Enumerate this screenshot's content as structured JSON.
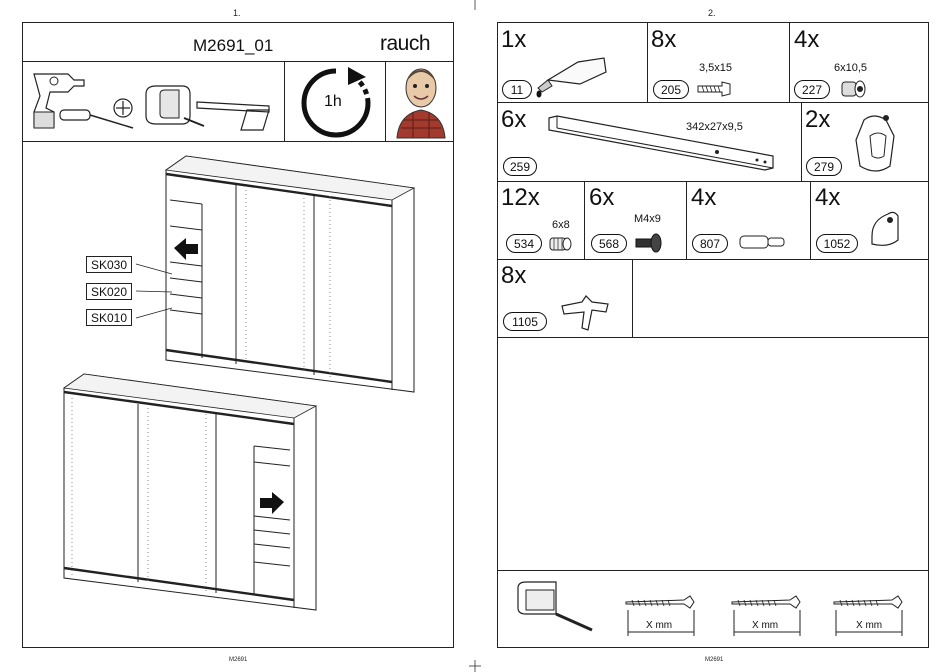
{
  "page1": {
    "page_number": "1.",
    "model_title": "M2691_01",
    "brand": "rauch",
    "time_label": "1h",
    "labels": [
      "SK030",
      "SK020",
      "SK010"
    ],
    "footer": "M2691"
  },
  "page2": {
    "page_number": "2.",
    "parts": [
      {
        "qty": "1x",
        "id": "11",
        "dim": ""
      },
      {
        "qty": "8x",
        "id": "205",
        "dim": "3,5x15"
      },
      {
        "qty": "4x",
        "id": "227",
        "dim": "6x10,5"
      },
      {
        "qty": "6x",
        "id": "259",
        "dim": "342x27x9,5"
      },
      {
        "qty": "2x",
        "id": "279",
        "dim": ""
      },
      {
        "qty": "12x",
        "id": "534",
        "dim": "6x8"
      },
      {
        "qty": "6x",
        "id": "568",
        "dim": "M4x9"
      },
      {
        "qty": "4x",
        "id": "807",
        "dim": ""
      },
      {
        "qty": "4x",
        "id": "1052",
        "dim": ""
      },
      {
        "qty": "8x",
        "id": "1105",
        "dim": ""
      }
    ],
    "screw_length_labels": [
      "X mm",
      "X mm",
      "X mm"
    ],
    "footer": "M2691"
  }
}
